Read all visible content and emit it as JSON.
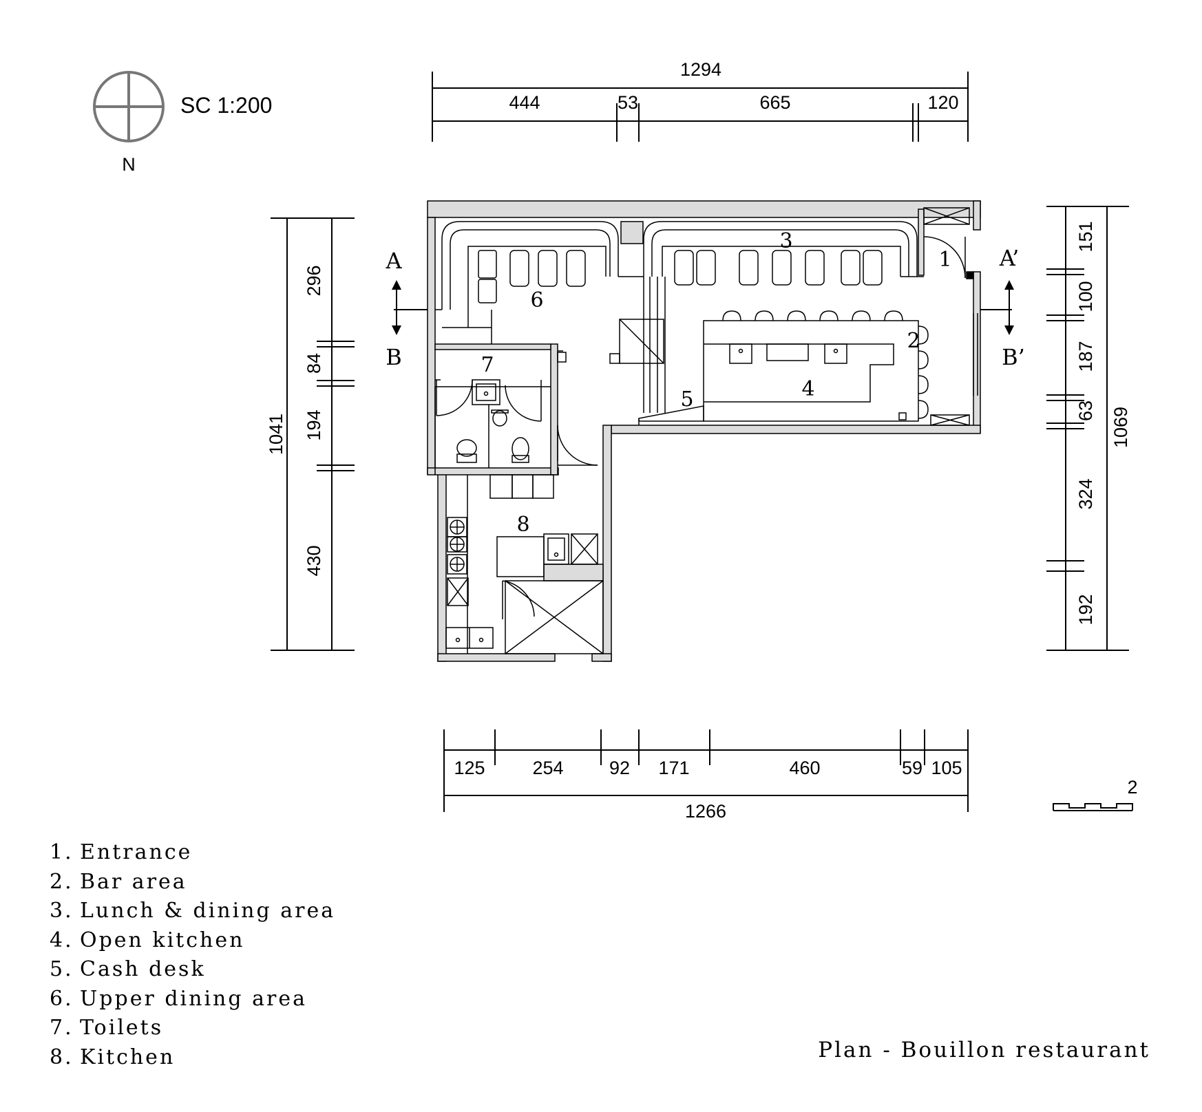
{
  "compass": {
    "north_label": "N",
    "scale_label": "SC 1:200"
  },
  "scale_bar": {
    "label": "2"
  },
  "section_marks": {
    "a": "A",
    "a_prime": "A’",
    "b": "B",
    "b_prime": "B’"
  },
  "dimensions": {
    "top_total": "1294",
    "top_segments": [
      "444",
      "53",
      "665",
      "120"
    ],
    "bottom_total": "1266",
    "bottom_segments": [
      "125",
      "254",
      "92",
      "171",
      "460",
      "59",
      "105"
    ],
    "left_total": "1041",
    "left_segments": [
      "296",
      "84",
      "194",
      "430"
    ],
    "right_total": "1069",
    "right_segments": [
      "151",
      "100",
      "187",
      "63",
      "324",
      "192"
    ]
  },
  "rooms": [
    {
      "number": "1",
      "name": "Entrance"
    },
    {
      "number": "2",
      "name": "Bar area"
    },
    {
      "number": "3",
      "name": "Lunch & dining area"
    },
    {
      "number": "4",
      "name": "Open kitchen"
    },
    {
      "number": "5",
      "name": "Cash desk"
    },
    {
      "number": "6",
      "name": "Upper dining area"
    },
    {
      "number": "7",
      "name": "Toilets"
    },
    {
      "number": "8",
      "name": "Kitchen"
    }
  ],
  "legend": [
    {
      "num": "1.",
      "label": "Entrance"
    },
    {
      "num": "2.",
      "label": "Bar area"
    },
    {
      "num": "3.",
      "label": "Lunch & dining area"
    },
    {
      "num": "4.",
      "label": "Open kitchen"
    },
    {
      "num": "5.",
      "label": "Cash desk"
    },
    {
      "num": "6.",
      "label": "Upper dining area"
    },
    {
      "num": "7.",
      "label": "Toilets"
    },
    {
      "num": "8.",
      "label": "Kitchen"
    }
  ],
  "caption": "Plan - Bouillon restaurant"
}
